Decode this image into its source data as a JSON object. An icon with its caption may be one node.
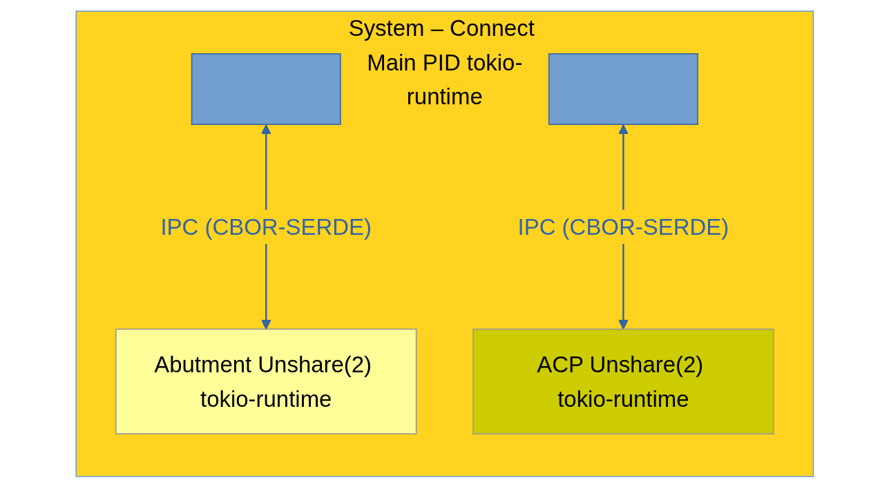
{
  "diagram": {
    "nodes": [
      {
        "text": [
          "System – Connect Main PID tokio-runtime"
        ]
      },
      {
        "text": [
          "Abutment Unshare(2) tokio-runtime"
        ],
        "in": 0
      },
      {
        "text": [],
        "shape": "bar",
        "in": 0
      },
      {
        "text": [],
        "shape": "bar",
        "in": 0
      },
      {
        "text": [
          "ACP Unshare(2) tokio-runtime"
        ],
        "in": 0
      }
    ],
    "edges": [
      {
        "from": 2,
        "to": 1,
        "arrow": "both",
        "label": "IPC (CBOR-SERDE)"
      },
      {
        "from": 3,
        "to": 4,
        "arrow": "both",
        "label": "IPC (CBOR-SERDE)"
      }
    ]
  }
}
